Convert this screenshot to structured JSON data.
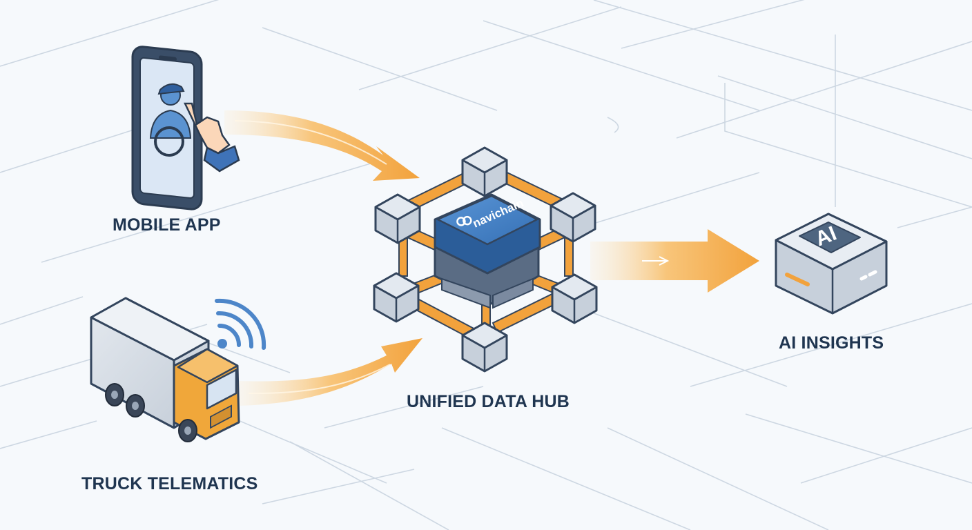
{
  "colors": {
    "background": "#f6f9fc",
    "grid_line": "#c9d4e0",
    "outline": "#33455d",
    "label_text": "#1f3550",
    "arrow_orange": "#f2a23c",
    "arrow_light": "#fde7c4",
    "hub_blue": "#3d7cc4",
    "hub_blue_dark": "#2b5d99",
    "node_gray": "#c7d0db",
    "node_top": "#e3e9f0",
    "truck_orange": "#f0a73a",
    "truck_box": "#d6dde6",
    "signal_blue": "#4d86c9"
  },
  "nodes": {
    "mobile_app": {
      "label": "MOBILE APP",
      "icon": "smartphone-touch-icon"
    },
    "truck_telematics": {
      "label": "TRUCK TELEMATICS",
      "icon": "delivery-truck-icon"
    },
    "hub": {
      "label": "UNIFIED DATA HUB",
      "brand": "navichain",
      "icon": "network-hub-icon"
    },
    "ai": {
      "label": "AI INSIGHTS",
      "badge": "AI",
      "icon": "ai-server-icon"
    }
  }
}
